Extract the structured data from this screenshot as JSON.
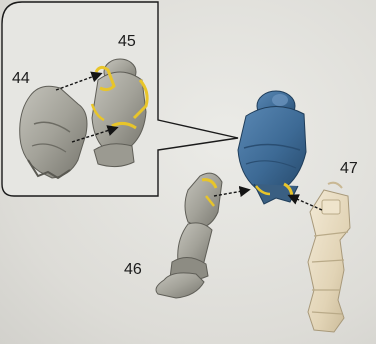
{
  "labels": {
    "part_44": "44",
    "part_45": "45",
    "part_46": "46",
    "part_47": "47"
  },
  "colors": {
    "background": "#dfdfdb",
    "callout_border": "#1a1a1a",
    "grey_plastic": "#a7a69d",
    "blue_assembled": "#3d6a95",
    "glue_yellow": "#e8c52a",
    "bone_plastic": "#e8dcc2",
    "arrow": "#141414"
  },
  "icons": {
    "arrow_style": "dashed-arrow"
  }
}
